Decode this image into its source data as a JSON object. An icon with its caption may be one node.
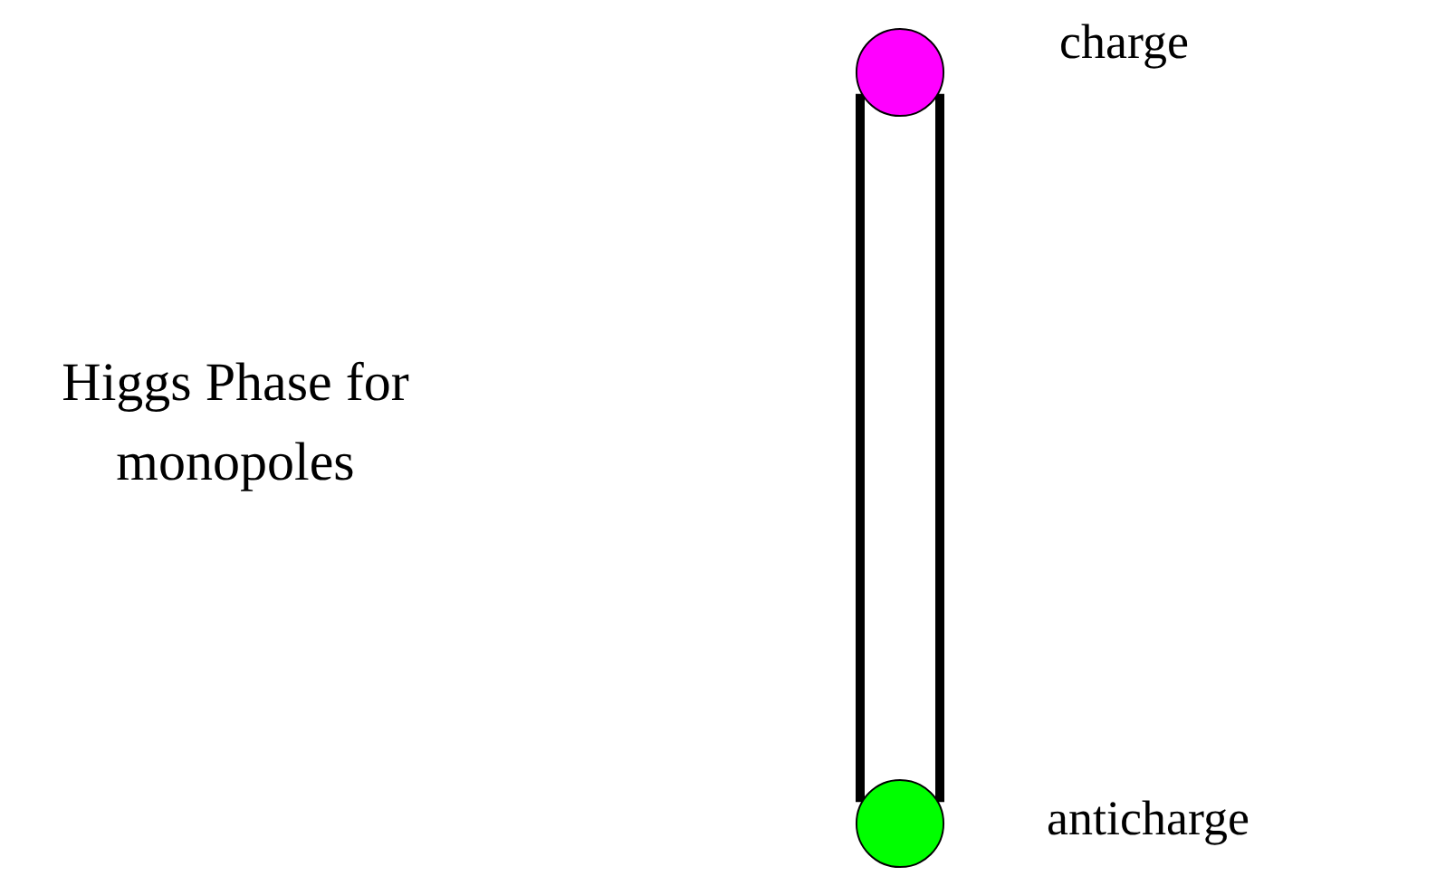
{
  "diagram": {
    "nodes": [
      {
        "text": [],
        "shape": "circle",
        "beside": [
          "charge"
        ]
      },
      {
        "text": [],
        "shape": "circle",
        "beside": [
          "anticharge"
        ]
      }
    ],
    "edges": [
      {
        "from": 0,
        "to": 1,
        "arrow": "none"
      },
      {
        "from": 0,
        "to": 1,
        "arrow": "none"
      }
    ],
    "labels": [
      "Higgs Phase for monopoles"
    ]
  }
}
